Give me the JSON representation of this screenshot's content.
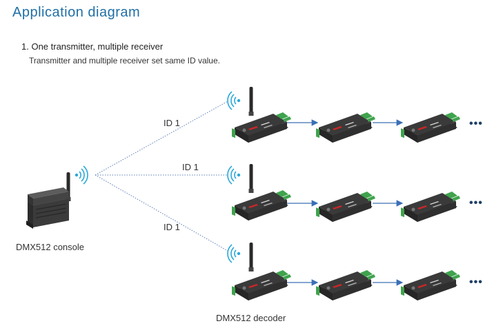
{
  "heading": {
    "title": "Application diagram"
  },
  "section": {
    "number_title": "1. One transmitter, multiple receiver",
    "description": "Transmitter and multiple receiver set same ID value."
  },
  "labels": {
    "ids": [
      "ID 1",
      "ID 1",
      "ID 1"
    ],
    "console": "DMX512 console",
    "decoder": "DMX512 decoder",
    "more": "•••"
  },
  "colors": {
    "accent": "#1f6fa6",
    "signal": "#2aa8d8",
    "line": "#5a7db5",
    "device_dark": "#2b2b2b",
    "terminal_green": "#3fa34d",
    "label_red": "#c62828"
  },
  "icons": [
    "wireless-signal-icon",
    "antenna-icon"
  ]
}
